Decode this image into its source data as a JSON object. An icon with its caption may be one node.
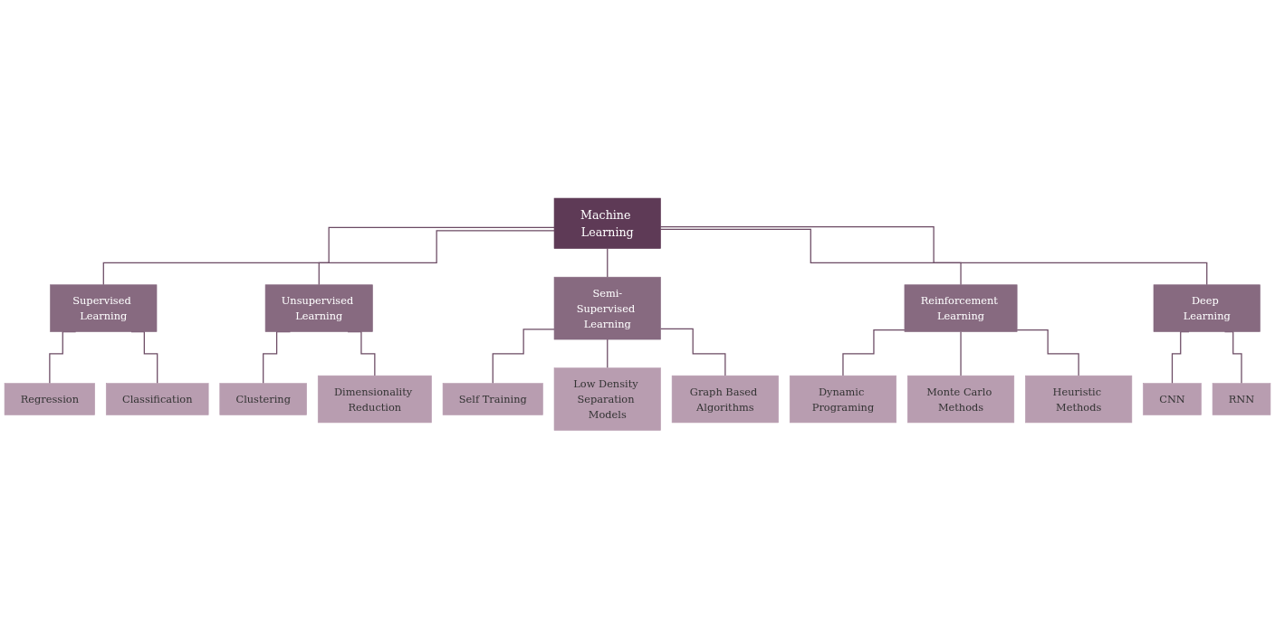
{
  "diagram": {
    "nodes": [
      {
        "text": [
          "Machine Learning"
        ]
      },
      {
        "text": [
          "Supervised Learning"
        ]
      },
      {
        "text": [
          "Unsupervised Learning"
        ]
      },
      {
        "text": [
          "Semi-Supervised Learning"
        ]
      },
      {
        "text": [
          "Reinforcement Learning"
        ]
      },
      {
        "text": [
          "Deep Learning"
        ]
      },
      {
        "text": [
          "Regression"
        ]
      },
      {
        "text": [
          "Classification"
        ]
      },
      {
        "text": [
          "Clustering"
        ]
      },
      {
        "text": [
          "Dimensionality Reduction"
        ]
      },
      {
        "text": [
          "Self Training"
        ]
      },
      {
        "text": [
          "Low Density Separation Models"
        ]
      },
      {
        "text": [
          "Graph Based Algorithms"
        ]
      },
      {
        "text": [
          "Dynamic Programing"
        ]
      },
      {
        "text": [
          "Monte Carlo Methods"
        ]
      },
      {
        "text": [
          "Heuristic Methods"
        ]
      },
      {
        "text": [
          "CNN"
        ]
      },
      {
        "text": [
          "RNN"
        ]
      }
    ],
    "edges": [
      {
        "from": 0,
        "to": 1,
        "arrow": "none"
      },
      {
        "from": 0,
        "to": 2,
        "arrow": "none"
      },
      {
        "from": 0,
        "to": 3,
        "arrow": "none"
      },
      {
        "from": 0,
        "to": 4,
        "arrow": "none"
      },
      {
        "from": 0,
        "to": 5,
        "arrow": "none"
      },
      {
        "from": 1,
        "to": 6,
        "arrow": "none"
      },
      {
        "from": 1,
        "to": 7,
        "arrow": "none"
      },
      {
        "from": 2,
        "to": 8,
        "arrow": "none"
      },
      {
        "from": 2,
        "to": 9,
        "arrow": "none"
      },
      {
        "from": 3,
        "to": 10,
        "arrow": "none"
      },
      {
        "from": 3,
        "to": 11,
        "arrow": "none"
      },
      {
        "from": 3,
        "to": 12,
        "arrow": "none"
      },
      {
        "from": 4,
        "to": 13,
        "arrow": "none"
      },
      {
        "from": 4,
        "to": 14,
        "arrow": "none"
      },
      {
        "from": 4,
        "to": 15,
        "arrow": "none"
      },
      {
        "from": 5,
        "to": 16,
        "arrow": "none"
      },
      {
        "from": 5,
        "to": 17,
        "arrow": "none"
      }
    ]
  }
}
